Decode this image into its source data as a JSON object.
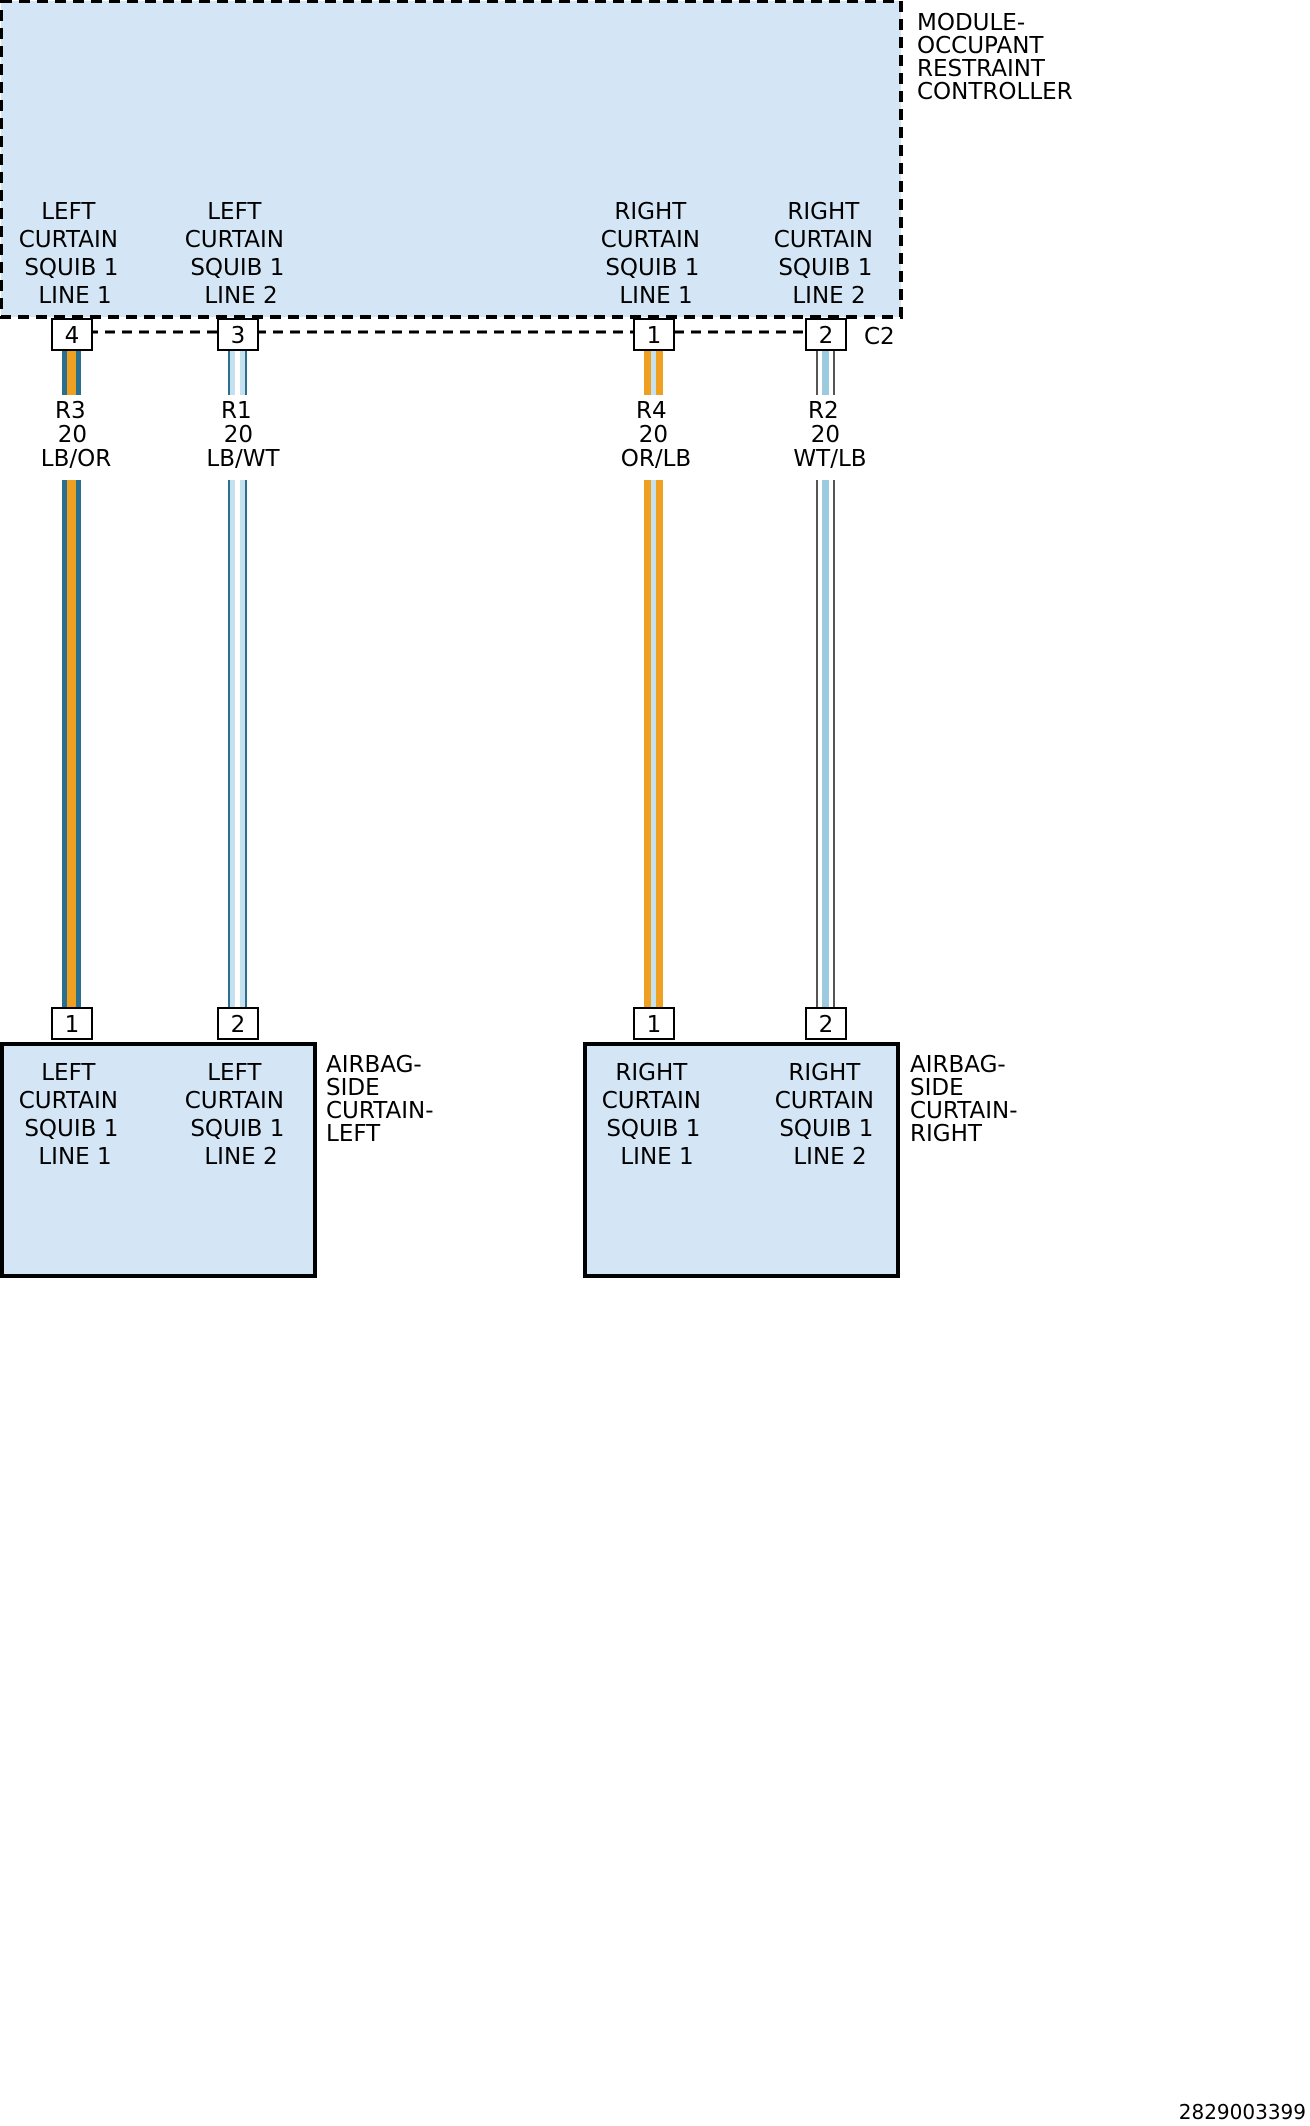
{
  "module": {
    "name_lines": [
      "MODULE-",
      "OCCUPANT",
      "RESTRAINT",
      "CONTROLLER"
    ],
    "connector": "C2",
    "fill": "#d4e6f5",
    "circuits": [
      {
        "lines": [
          "LEFT",
          "CURTAIN",
          "SQUIB 1",
          "LINE 1"
        ],
        "pin": "4"
      },
      {
        "lines": [
          "LEFT",
          "CURTAIN",
          "SQUIB 1",
          "LINE 2"
        ],
        "pin": "3"
      },
      {
        "lines": [
          "RIGHT",
          "CURTAIN",
          "SQUIB 1",
          "LINE 1"
        ],
        "pin": "1"
      },
      {
        "lines": [
          "RIGHT",
          "CURTAIN",
          "SQUIB 1",
          "LINE 2"
        ],
        "pin": "2"
      }
    ]
  },
  "wires": [
    {
      "circuit": "R3",
      "gauge": "20",
      "color_code": "LB/OR",
      "base_color": "#2b6f8f",
      "stripe_color": "#f0a020"
    },
    {
      "circuit": "R1",
      "gauge": "20",
      "color_code": "LB/WT",
      "base_color": "#2b6f8f",
      "stripe_color": "#ffffff"
    },
    {
      "circuit": "R4",
      "gauge": "20",
      "color_code": "OR/LB",
      "base_color": "#f0a020",
      "stripe_color": "#2b6f8f"
    },
    {
      "circuit": "R2",
      "gauge": "20",
      "color_code": "WT/LB",
      "base_color": "#ffffff",
      "stripe_color": "#2b6f8f"
    }
  ],
  "components": [
    {
      "name_lines": [
        "AIRBAG-",
        "SIDE",
        "CURTAIN-",
        "LEFT"
      ],
      "pins": [
        {
          "pin": "1",
          "lines": [
            "LEFT",
            "CURTAIN",
            "SQUIB 1",
            "LINE 1"
          ]
        },
        {
          "pin": "2",
          "lines": [
            "LEFT",
            "CURTAIN",
            "SQUIB 1",
            "LINE 2"
          ]
        }
      ]
    },
    {
      "name_lines": [
        "AIRBAG-",
        "SIDE",
        "CURTAIN-",
        "RIGHT"
      ],
      "pins": [
        {
          "pin": "1",
          "lines": [
            "RIGHT",
            "CURTAIN",
            "SQUIB 1",
            "LINE 1"
          ]
        },
        {
          "pin": "2",
          "lines": [
            "RIGHT",
            "CURTAIN",
            "SQUIB 1",
            "LINE 2"
          ]
        }
      ]
    }
  ],
  "document_number": "2829003399"
}
